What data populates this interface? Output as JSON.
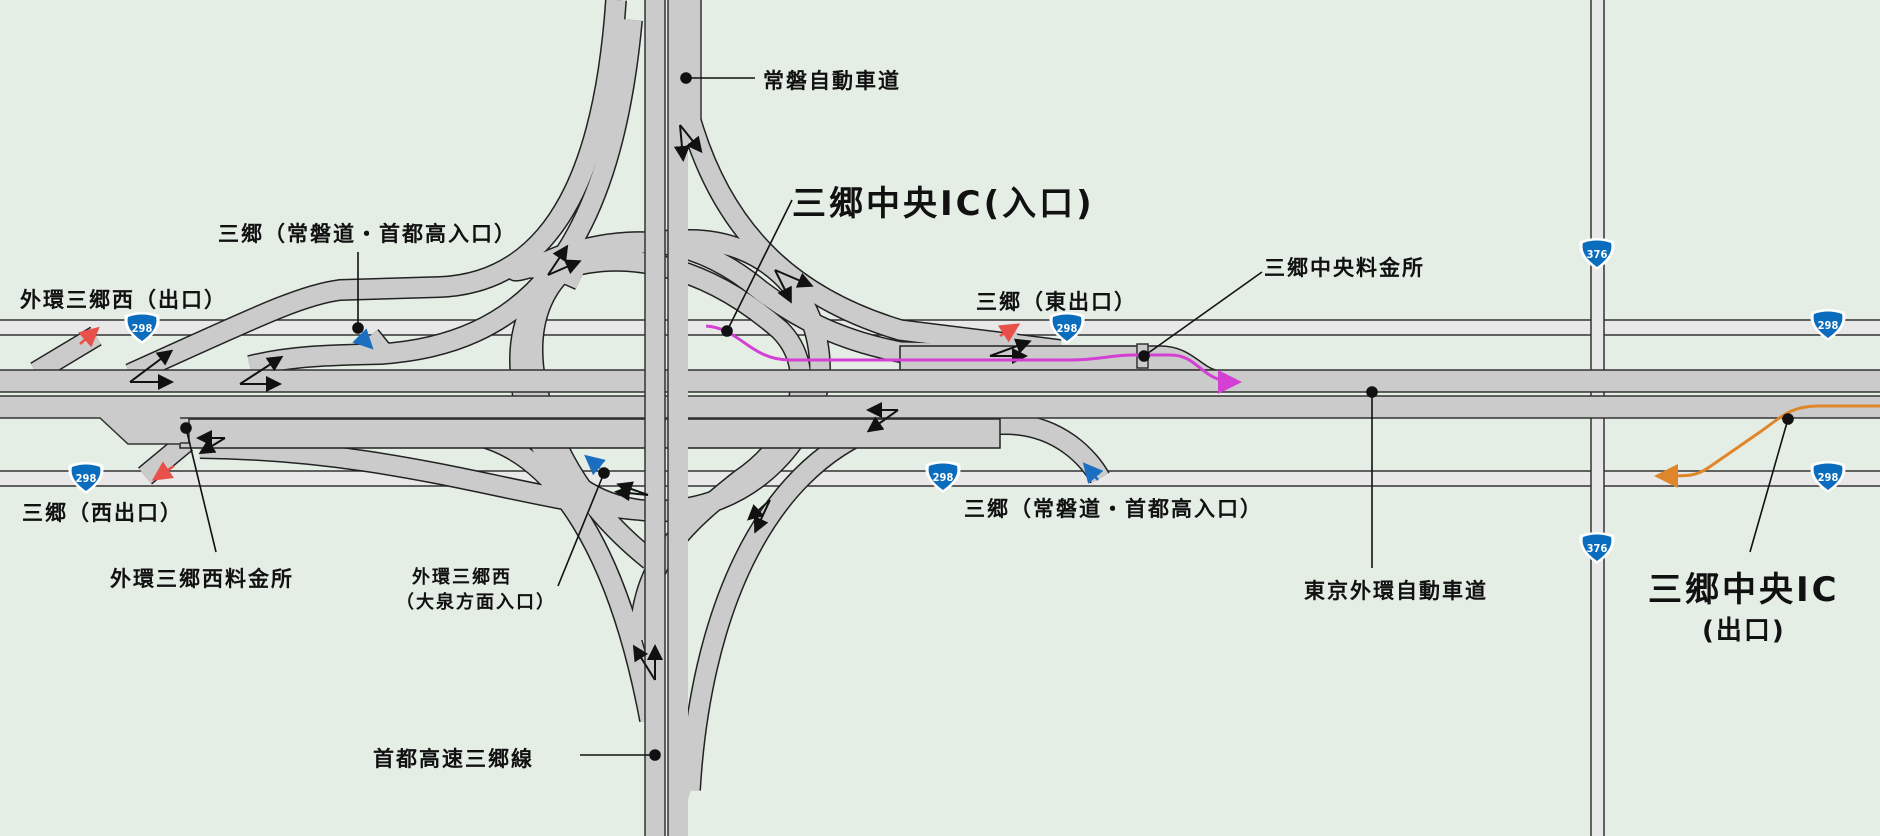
{
  "labels": {
    "joban_expressway": "常磐自動車道",
    "ic_entrance": "三郷中央IC(入口)",
    "misato_entrance_upper": "三郷（常磐道・首都高入口）",
    "gaikan_misato_nishi_exit": "外環三郷西（出口）",
    "misato_east_exit": "三郷（東出口）",
    "central_tollgate": "三郷中央料金所",
    "misato_west_exit": "三郷（西出口）",
    "west_tollgate": "外環三郷西料金所",
    "gaikan_misato_nishi_line1": "外環三郷西",
    "gaikan_misato_nishi_line2": "（大泉方面入口）",
    "misato_entrance_lower": "三郷（常磐道・首都高入口）",
    "gaikan_expressway": "東京外環自動車道",
    "ic_exit_line1": "三郷中央IC",
    "ic_exit_line2": "(出口)",
    "shuto_misato_line": "首都高速三郷線"
  },
  "shields": {
    "r298": "298",
    "r376": "376"
  },
  "colors": {
    "background": "#e4eee4",
    "expressway": "#cbcbcb",
    "local_road": "#e8e8e8",
    "shield": "#0a6cbc",
    "entrance_route": "#d43fd4",
    "exit_route": "#e0862a",
    "exit_arrow": "#e8504a",
    "entry_arrow": "#1a6fc0"
  }
}
